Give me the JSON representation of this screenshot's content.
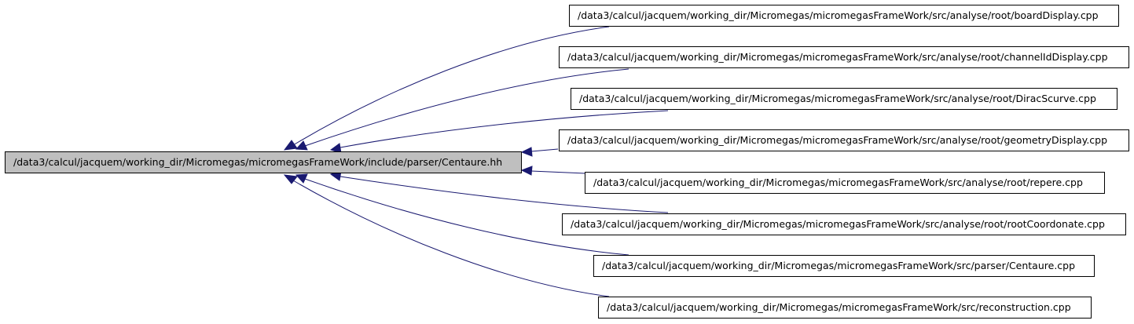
{
  "colors": {
    "edge": "#191970",
    "root_fill": "#bfbfbf",
    "node_fill": "#ffffff",
    "border": "#000000"
  },
  "graph": {
    "root": {
      "label": "/data3/calcul/jacquem/working_dir/Micromegas/micromegasFrameWork/include/parser/Centaure.hh"
    },
    "includers": [
      {
        "label": "/data3/calcul/jacquem/working_dir/Micromegas/micromegasFrameWork/src/analyse/root/boardDisplay.cpp"
      },
      {
        "label": "/data3/calcul/jacquem/working_dir/Micromegas/micromegasFrameWork/src/analyse/root/channelIdDisplay.cpp"
      },
      {
        "label": "/data3/calcul/jacquem/working_dir/Micromegas/micromegasFrameWork/src/analyse/root/DiracScurve.cpp"
      },
      {
        "label": "/data3/calcul/jacquem/working_dir/Micromegas/micromegasFrameWork/src/analyse/root/geometryDisplay.cpp"
      },
      {
        "label": "/data3/calcul/jacquem/working_dir/Micromegas/micromegasFrameWork/src/analyse/root/repere.cpp"
      },
      {
        "label": "/data3/calcul/jacquem/working_dir/Micromegas/micromegasFrameWork/src/analyse/root/rootCoordonate.cpp"
      },
      {
        "label": "/data3/calcul/jacquem/working_dir/Micromegas/micromegasFrameWork/src/parser/Centaure.cpp"
      },
      {
        "label": "/data3/calcul/jacquem/working_dir/Micromegas/micromegasFrameWork/src/reconstruction.cpp"
      }
    ]
  }
}
